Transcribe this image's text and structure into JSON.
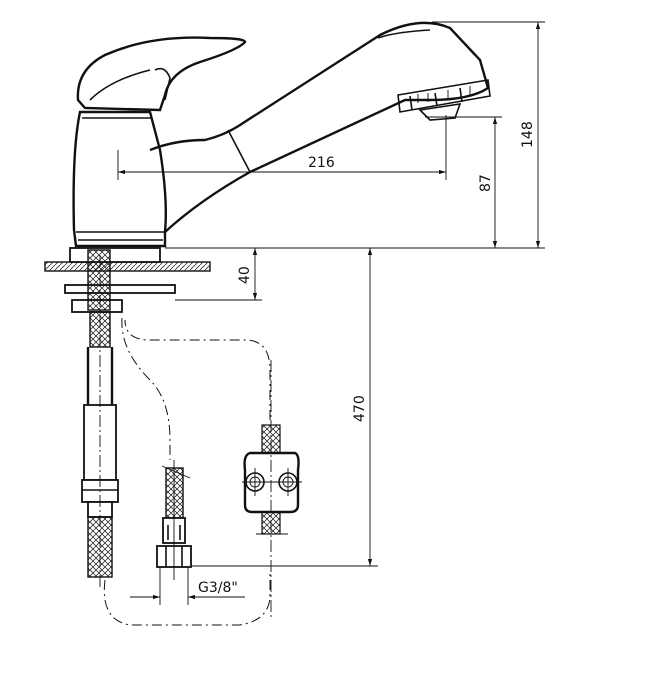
{
  "drawing": {
    "title": "Pull-out faucet technical drawing",
    "dimensions": {
      "spout_reach": "216",
      "total_height": "148",
      "outlet_height": "87",
      "deck_thickness": "40",
      "hose_length": "470",
      "connection_thread": "G3/8\""
    }
  }
}
